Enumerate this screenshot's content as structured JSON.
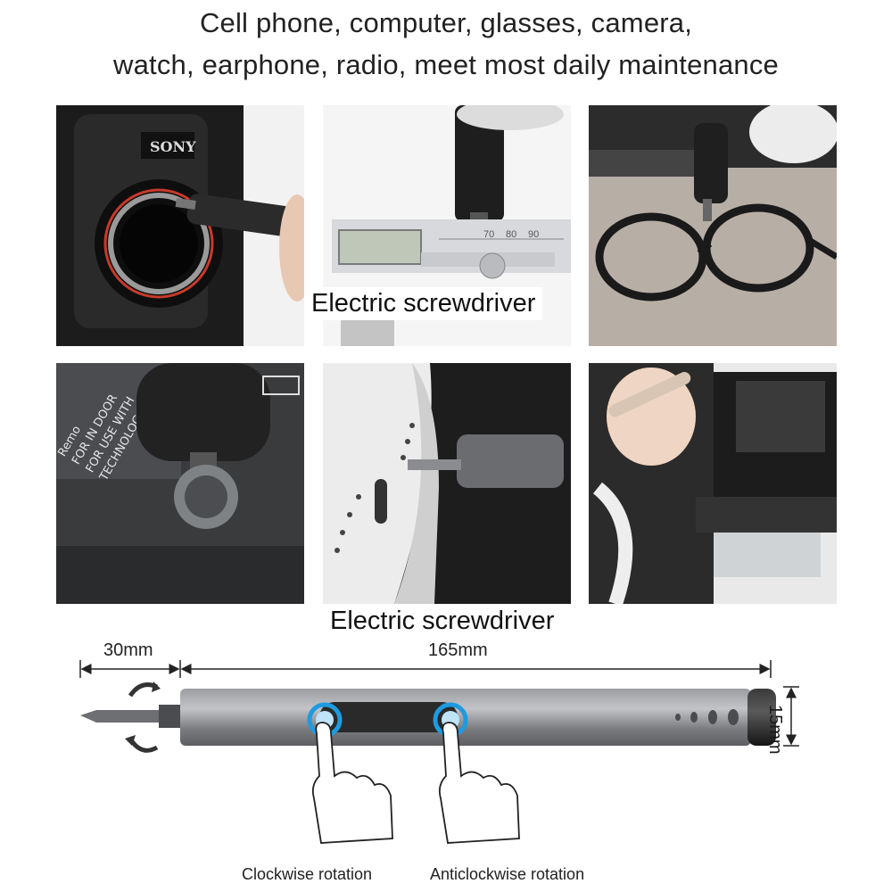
{
  "headline": {
    "line1": "Cell phone, computer, glasses, camera,",
    "line2": "watch, earphone, radio, meet most daily maintenance"
  },
  "captions": {
    "top_row": "Electric screwdriver",
    "bottom_row": "Electric screwdriver"
  },
  "photos": [
    {
      "id": "camera",
      "brand_text": "SONY"
    },
    {
      "id": "caliper",
      "scale_text": [
        "70",
        "80",
        "90"
      ]
    },
    {
      "id": "glasses"
    },
    {
      "id": "door-panel",
      "sticker_text": [
        "Remo",
        "FOR IN DOOR",
        "FOR USE WITH",
        "TECHNOLOG"
      ]
    },
    {
      "id": "phone-port"
    },
    {
      "id": "printer"
    }
  ],
  "dimensions": {
    "bit_length": "30mm",
    "body_length": "165mm",
    "diameter": "15mm"
  },
  "rotation_labels": {
    "clockwise": "Clockwise rotation",
    "anticlockwise": "Anticlockwise rotation"
  },
  "colors": {
    "body": "#8a8c90",
    "body_dark": "#5e6064",
    "ring": "#1e9be0",
    "background": "#ffffff"
  }
}
